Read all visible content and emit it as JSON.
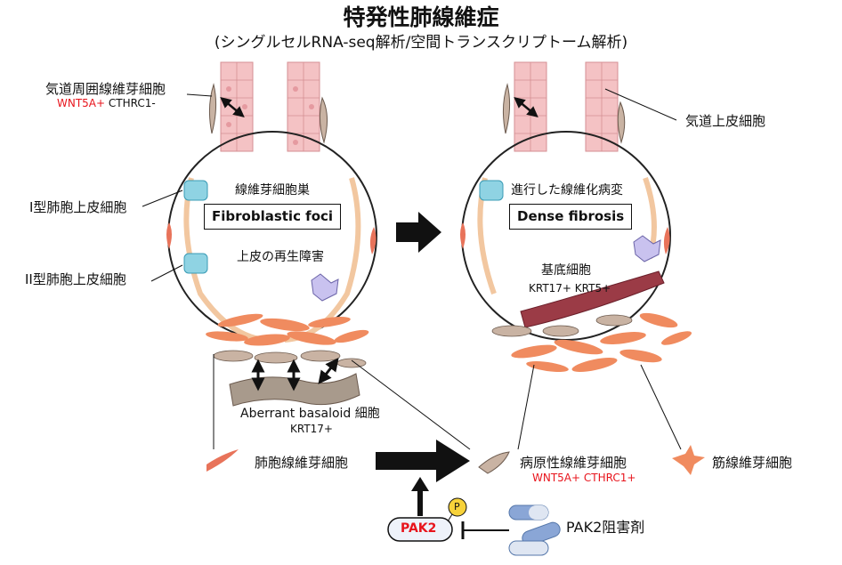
{
  "title": "特発性肺線維症",
  "subtitle": "(シングルセルRNA-seq解析/空間トランスクリプトーム解析)",
  "left_panel": {
    "airway_fibroblast": "気道周囲線維芽細胞",
    "airway_fibroblast_marker_pos": "WNT5A+",
    "airway_fibroblast_marker_neg": "CTHRC1-",
    "at1": "I型肺胞上皮細胞",
    "at2": "II型肺胞上皮細胞",
    "foci_jp": "線維芽細胞巣",
    "foci_en": "Fibroblastic foci",
    "regen": "上皮の再生障害",
    "aberrant": "Aberrant basaloid 細胞",
    "aberrant_marker": "KRT17+"
  },
  "right_panel": {
    "airway_epi": "気道上皮細胞",
    "advanced_jp": "進行した線維化病変",
    "dense_en": "Dense fibrosis",
    "basal": "基底細胞",
    "basal_marker": "KRT17+ KRT5+"
  },
  "bottom": {
    "alv_fibroblast": "肺胞線維芽細胞",
    "pathogenic_fibroblast": "病原性線維芽細胞",
    "pathogenic_marker": "WNT5A+ CTHRC1+",
    "myofibroblast": "筋線維芽細胞",
    "pak2": "PAK2",
    "phospho": "P",
    "inhibitor": "PAK2阻害剤"
  },
  "colors": {
    "marker_red": "#e8141c",
    "epithelium_pink": "#f4c2c4",
    "fibroblast_orange": "#f08b5f",
    "basal_maroon": "#9b3b46",
    "beige_cell": "#c9b3a3",
    "pill_blue": "#8aa6d6"
  }
}
